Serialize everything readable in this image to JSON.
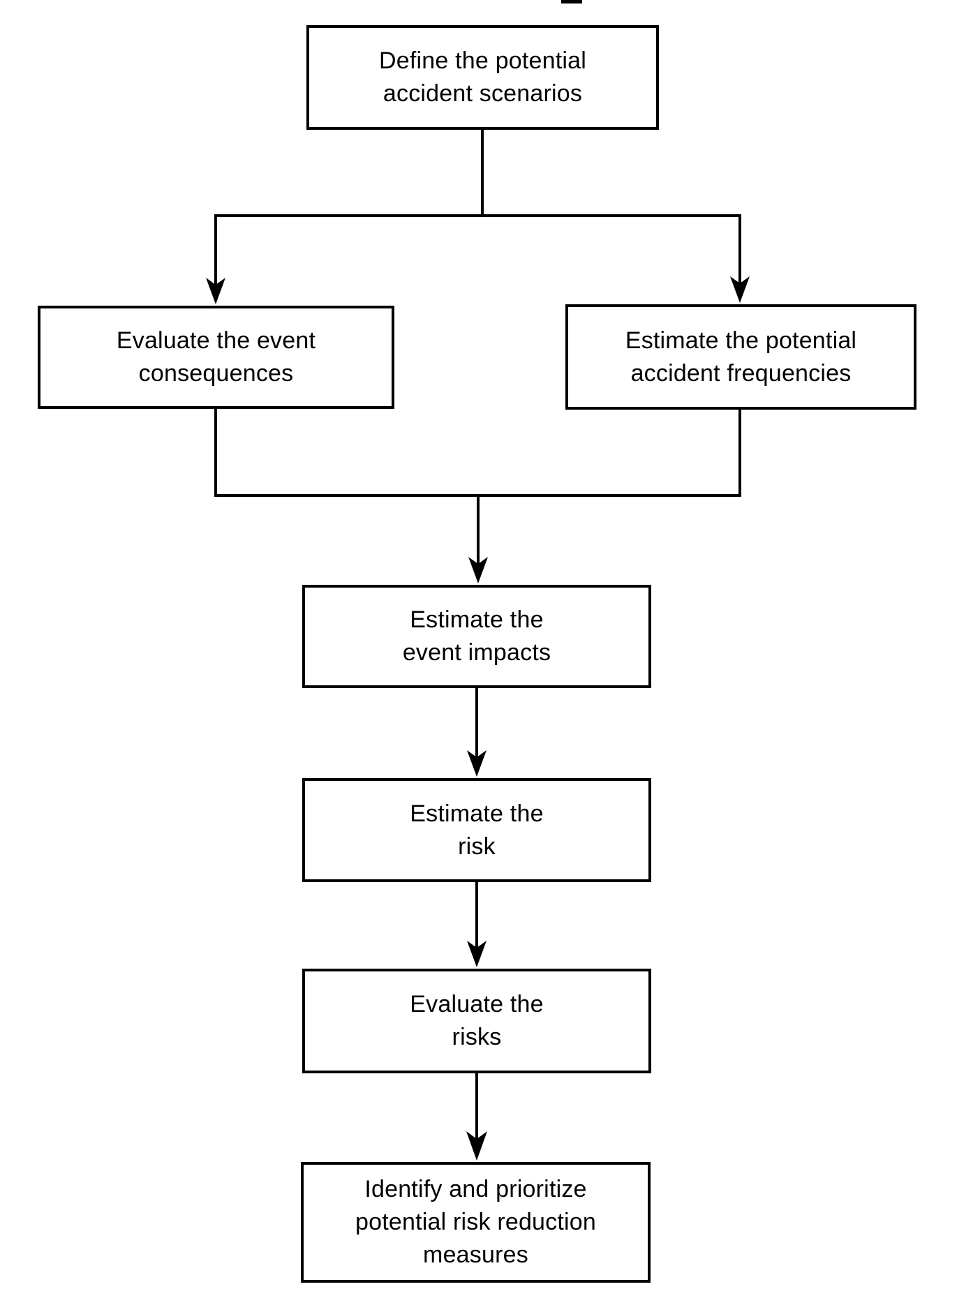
{
  "page": {
    "paper_color": "#ffffff",
    "ink_color": "#000000"
  },
  "nodes": {
    "define_scenarios": {
      "label": "Define the potential\naccident scenarios"
    },
    "evaluate_consequences": {
      "label": "Evaluate the event\nconsequences"
    },
    "estimate_frequencies": {
      "label": "Estimate the potential\naccident frequencies"
    },
    "estimate_impacts": {
      "label": "Estimate the\nevent impacts"
    },
    "estimate_risk": {
      "label": "Estimate the\nrisk"
    },
    "evaluate_risks": {
      "label": "Evaluate the\nrisks"
    },
    "identify_measures": {
      "label": "Identify and prioritize\npotential risk reduction\nmeasures"
    }
  },
  "edges": [
    {
      "from": "define_scenarios",
      "to": "evaluate_consequences"
    },
    {
      "from": "define_scenarios",
      "to": "estimate_frequencies"
    },
    {
      "from": "evaluate_consequences",
      "to": "estimate_impacts"
    },
    {
      "from": "estimate_frequencies",
      "to": "estimate_impacts"
    },
    {
      "from": "estimate_impacts",
      "to": "estimate_risk"
    },
    {
      "from": "estimate_risk",
      "to": "evaluate_risks"
    },
    {
      "from": "evaluate_risks",
      "to": "identify_measures"
    }
  ]
}
